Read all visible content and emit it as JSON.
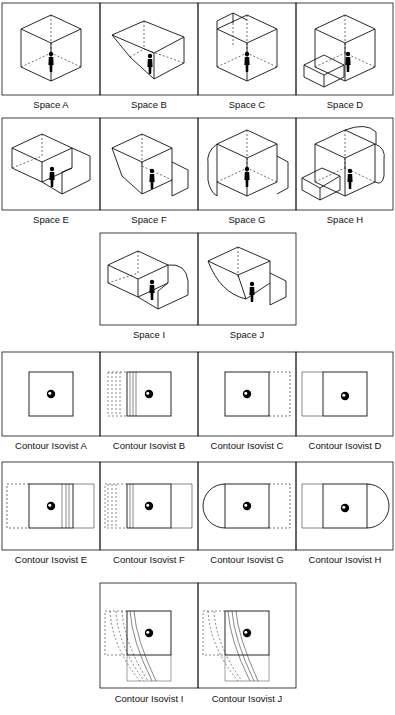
{
  "diagram": {
    "labels": [
      "Space A",
      "Space B",
      "Space C",
      "Space D",
      "Space E",
      "Space F",
      "Space G",
      "Space H",
      "Space I",
      "Space J",
      "Contour Isovist A",
      "Contour Isovist B",
      "Contour Isovist C",
      "Contour Isovist D",
      "Contour Isovist E",
      "Contour Isovist F",
      "Contour Isovist G",
      "Contour Isovist H",
      "Contour Isovist I",
      "Contour Isovist J"
    ]
  }
}
